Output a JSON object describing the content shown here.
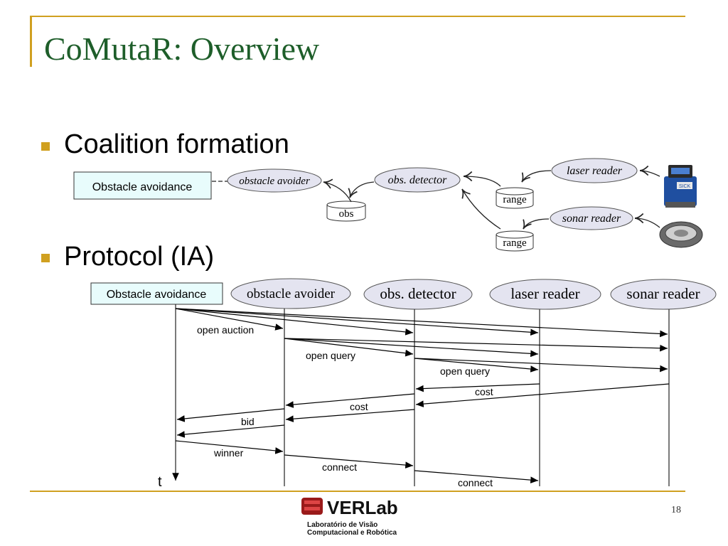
{
  "slide": {
    "title": "CoMutaR: Overview",
    "page_number": "18"
  },
  "bullets": [
    {
      "text": "Coalition formation"
    },
    {
      "text": "Protocol (IA)"
    }
  ],
  "coalition": {
    "task_label": "Obstacle avoidance",
    "nodes": {
      "obstacle_avoider": "obstacle avoider",
      "obs_detector": "obs. detector",
      "laser_reader": "laser reader",
      "sonar_reader": "sonar reader",
      "obs_store": "obs",
      "range_store_1": "range",
      "range_store_2": "range"
    }
  },
  "protocol": {
    "task_label": "Obstacle avoidance",
    "lanes": [
      "obstacle avoider",
      "obs. detector",
      "laser reader",
      "sonar reader"
    ],
    "messages": {
      "open_auction": "open auction",
      "open_query_1": "open query",
      "open_query_2": "open query",
      "cost_1": "cost",
      "cost_2": "cost",
      "bid": "bid",
      "winner": "winner",
      "connect_1": "connect",
      "connect_2": "connect"
    },
    "time_label": "t"
  },
  "logo": {
    "name": "VERLab",
    "subtitle_1": "Laboratório de Visão",
    "subtitle_2": "Computacional e Robótica"
  },
  "colors": {
    "accent": "#d0a020",
    "title": "#1e5e2a",
    "node_fill": "#e4e4f0",
    "task_box_fill": "#e8fcfc"
  }
}
